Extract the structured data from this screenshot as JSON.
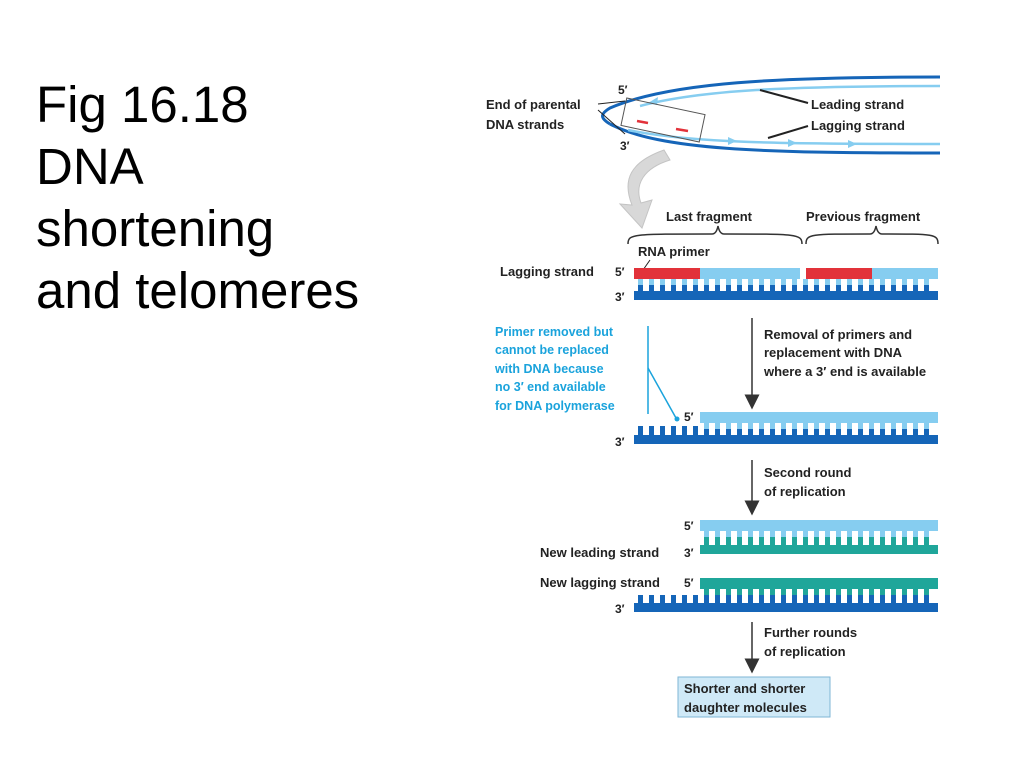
{
  "title": {
    "lines": [
      "Fig 16.18",
      "DNA",
      "shortening",
      "and telomeres"
    ]
  },
  "figure": {
    "colors": {
      "dark_strand": "#1565b8",
      "light_strand": "#86cdf0",
      "rna_primer": "#e2323a",
      "new_strand_teal": "#1fa69a",
      "callout_blue": "#1aa3dc",
      "result_box_fill": "#cfe9f7"
    },
    "top_panel": {
      "end_label": [
        "End of parental",
        "DNA strands"
      ],
      "five_prime": "5′",
      "three_prime": "3′",
      "leading_label": "Leading strand",
      "lagging_label": "Lagging strand"
    },
    "fragments": {
      "last_fragment": "Last fragment",
      "previous_fragment": "Previous fragment",
      "rna_primer": "RNA primer"
    },
    "row1": {
      "strand_label": "Lagging strand",
      "five_prime": "5′",
      "three_prime": "3′"
    },
    "callout": {
      "lines": [
        "Primer removed but",
        "cannot be replaced",
        "with DNA because",
        "no 3′ end available",
        "for DNA polymerase"
      ]
    },
    "step1": {
      "lines": [
        "Removal of primers and",
        "replacement with DNA",
        "where a 3′ end is available"
      ]
    },
    "row2": {
      "five_prime": "5′",
      "three_prime": "3′"
    },
    "step2": {
      "lines": [
        "Second round",
        "of replication"
      ]
    },
    "row3": {
      "five_prime": "5′",
      "new_leading_label": "New leading strand",
      "three_prime": "3′"
    },
    "row4": {
      "new_lagging_label": "New lagging strand",
      "five_prime": "5′",
      "three_prime": "3′"
    },
    "step3": {
      "lines": [
        "Further rounds",
        "of replication"
      ]
    },
    "result": {
      "lines": [
        "Shorter and shorter",
        "daughter molecules"
      ]
    }
  }
}
